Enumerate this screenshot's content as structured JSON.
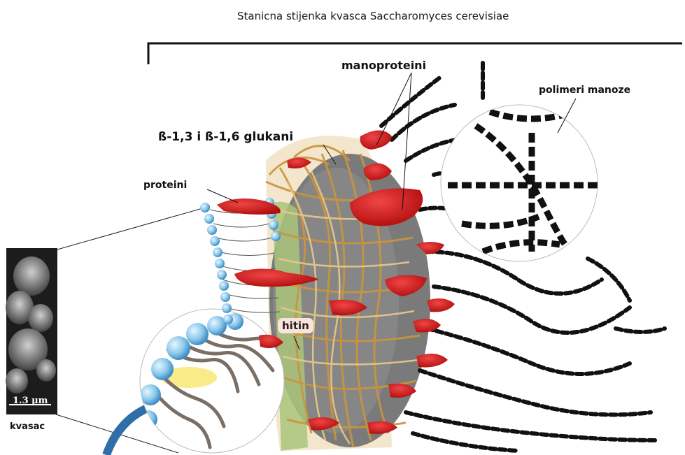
{
  "title": "Stanicna stijenka kvasca Saccharomyces cerevisiae",
  "labels": {
    "manoproteini": "manoproteini",
    "polimeri_manoze": "polimeri manoze",
    "glukani": "ß-1,3 i ß-1,6 glukani",
    "proteini": "proteini",
    "hitin": "hitin",
    "kvasac": "kvasac",
    "scale_bar": "1.3 µm"
  },
  "colors": {
    "protein_red": "#d01a1a",
    "glucan_tan": "#d9a85a",
    "chitin_green": "#a9c47a",
    "lipid_head_blue": "#8cc8ec",
    "inner_grey": "#7a7a7a",
    "mannan_black": "#111111"
  }
}
